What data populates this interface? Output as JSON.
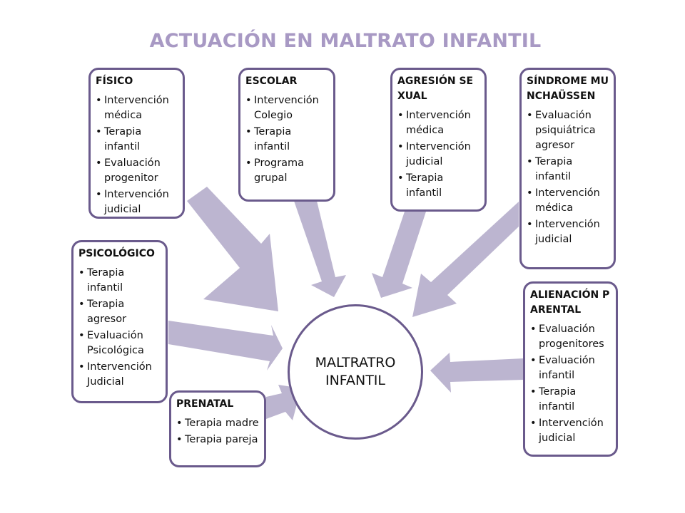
{
  "title": "ACTUACIÓN EN MALTRATO INFANTIL",
  "center": {
    "line1": "MALTRATRO",
    "line2": "INFANTIL"
  },
  "colors": {
    "title": "#a899c4",
    "border": "#6a5a8c",
    "arrow": "#bcb5d0"
  },
  "boxes": {
    "fisico": {
      "title": "FÍSICO",
      "items": [
        "Intervención médica",
        "Terapia infantil",
        "Evaluación progenitor",
        "Intervención judicial"
      ]
    },
    "escolar": {
      "title": "ESCOLAR",
      "items": [
        "Intervención Colegio",
        "Terapia infantil",
        "Programa grupal"
      ]
    },
    "agresion": {
      "title": "AGRESIÓN SEXUAL",
      "items": [
        "Intervención médica",
        "Intervención judicial",
        "Terapia infantil"
      ]
    },
    "munchausen": {
      "title": "SÍNDROME MUNCHAÜSSEN",
      "items": [
        "Evaluación psiquiátrica agresor",
        "Terapia infantil",
        "Intervención médica",
        "Intervención judicial"
      ]
    },
    "psicologico": {
      "title": "PSICOLÓGICO",
      "items": [
        "Terapia infantil",
        "Terapia agresor",
        "Evaluación Psicológica",
        "Intervención Judicial"
      ]
    },
    "prenatal": {
      "title": "PRENATAL",
      "items": [
        "Terapia madre",
        "Terapia pareja"
      ]
    },
    "alienacion": {
      "title": "ALIENACIÓN PARENTAL",
      "items": [
        "Evaluación progenitores",
        "Evaluación infantil",
        "Terapia infantil",
        "Intervención judicial"
      ]
    }
  }
}
